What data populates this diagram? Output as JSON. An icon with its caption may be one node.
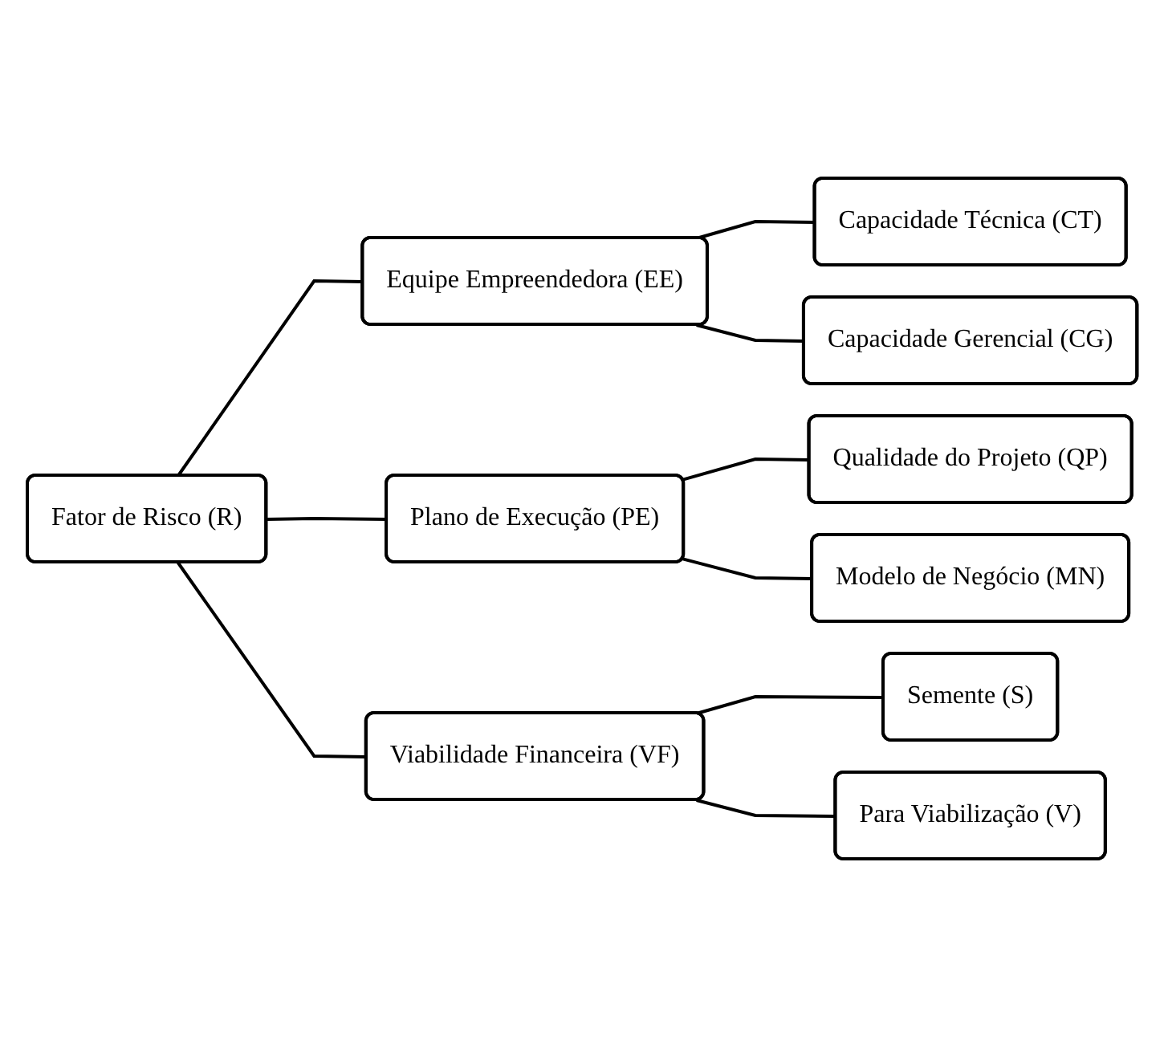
{
  "diagram": {
    "nodes": [
      {
        "text": [
          "Fator de Risco (R)"
        ]
      },
      {
        "text": [
          "Equipe Empreendedora (EE)"
        ]
      },
      {
        "text": [
          "Plano de Execução (PE)"
        ]
      },
      {
        "text": [
          "Viabilidade Financeira (VF)"
        ]
      },
      {
        "text": [
          "Capacidade Técnica (CT)"
        ]
      },
      {
        "text": [
          "Capacidade Gerencial (CG)"
        ]
      },
      {
        "text": [
          "Qualidade do Projeto (QP)"
        ]
      },
      {
        "text": [
          "Modelo de Negócio (MN)"
        ]
      },
      {
        "text": [
          "Semente (S)"
        ]
      },
      {
        "text": [
          "Para Viabilização (V)"
        ]
      }
    ],
    "edges": [
      {
        "from": 0,
        "to": 1,
        "arrow": "none"
      },
      {
        "from": 0,
        "to": 2,
        "arrow": "none"
      },
      {
        "from": 0,
        "to": 3,
        "arrow": "none"
      },
      {
        "from": 1,
        "to": 4,
        "arrow": "none"
      },
      {
        "from": 1,
        "to": 5,
        "arrow": "none"
      },
      {
        "from": 2,
        "to": 6,
        "arrow": "none"
      },
      {
        "from": 2,
        "to": 7,
        "arrow": "none"
      },
      {
        "from": 3,
        "to": 8,
        "arrow": "none"
      },
      {
        "from": 3,
        "to": 9,
        "arrow": "none"
      }
    ]
  }
}
